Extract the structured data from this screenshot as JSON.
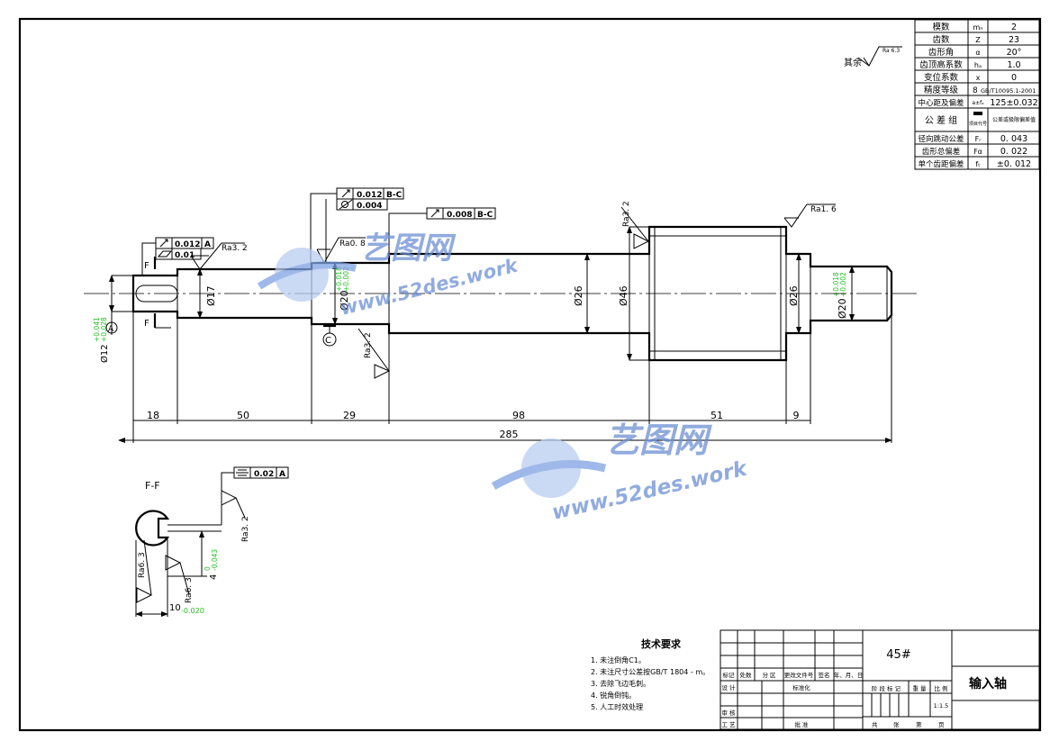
{
  "corner_roughness": {
    "prefix": "其余",
    "value": "Ra 6.3"
  },
  "gear_table": [
    {
      "name": "模数",
      "symbol": "mₙ",
      "value": "2"
    },
    {
      "name": "齿数",
      "symbol": "Z",
      "value": "23"
    },
    {
      "name": "齿形角",
      "symbol": "α",
      "value": "20°"
    },
    {
      "name": "齿顶高系数",
      "symbol": "hₐ",
      "value": "1.0"
    },
    {
      "name": "变位系数",
      "symbol": "x",
      "value": "0"
    },
    {
      "name": "精度等级",
      "symbol": "8",
      "value": "GB/T10095.1-2001"
    },
    {
      "name": "中心距及偏差",
      "symbol": "a±fₐ",
      "value": "125±0.032"
    },
    {
      "name": "公 差 组",
      "symbol": "项目代号",
      "value": "公差或极限偏差值"
    },
    {
      "name": "径向跳动公差",
      "symbol": "Fᵣ",
      "value": "0. 043"
    },
    {
      "name": "齿形总偏差",
      "symbol": "Fα",
      "value": "0. 022"
    },
    {
      "name": "单个齿距偏差",
      "symbol": "fₜ",
      "value": "±0. 012"
    }
  ],
  "tolerance_frames": {
    "f1_runout": "0.012",
    "f1_datum": "B-C",
    "f2_cyl": "0.004",
    "f3_runout": "0.008",
    "f3_datum": "B-C",
    "f4_runout": "0.012",
    "f4_datum": "A",
    "f5_flat": "0.01",
    "f6_sym": "0.02",
    "f6_datum": "A"
  },
  "roughness": [
    "Ra3. 2",
    "Ra0. 8",
    "Ra3. 2",
    "Ra3. 2",
    "Ra1. 6",
    "Ra3. 2",
    "Ra6. 3",
    "Ra6. 3"
  ],
  "diameters": {
    "d12": "Ø12",
    "d12_upper": "+0.041",
    "d12_lower": "+0.028",
    "d17": "Ø17",
    "d20a": "Ø20",
    "d20a_upper": "+0.018",
    "d20a_lower": "+0.002",
    "d26a": "Ø26",
    "d46": "Ø46",
    "d26b": "Ø26",
    "d20b": "Ø20",
    "d20b_upper": "+0.018",
    "d20b_lower": "+0.002"
  },
  "lengths": [
    "18",
    "50",
    "29",
    "98",
    "51",
    "9"
  ],
  "total_length": "285",
  "datum_labels": {
    "a": "A",
    "c": "C",
    "f": "F",
    "f2": "F"
  },
  "section": {
    "title": "F-F",
    "depth": "4",
    "depth_tol_upper": "0",
    "depth_tol_lower": "-0.043",
    "width": "10",
    "width_tol": "-0.020"
  },
  "tech_req": {
    "title": "技术要求",
    "items": [
      "1. 未注倒角C1。",
      "2. 未注尺寸公差按GB/T 1804 - m。",
      "3. 去除飞边毛刺。",
      "4. 锐角倒钝。",
      "5. 人工时效处理"
    ]
  },
  "title_block": {
    "material": "45#",
    "part_name": "输入轴",
    "header": [
      "标记",
      "处数",
      "分 区",
      "更改文件号",
      "签名",
      "年、月、日"
    ],
    "designer": "设 计",
    "standardize": "标准化",
    "review": "审 核",
    "process": "工 艺",
    "approve": "批 准",
    "stage_cols": [
      "阶 段 标 记",
      "重 量",
      "比 例"
    ],
    "scale": "1:1.5",
    "sheets": [
      "共",
      "张",
      "第",
      "页"
    ]
  },
  "watermark": {
    "brand": "艺图网",
    "url": "www.52des.work"
  }
}
